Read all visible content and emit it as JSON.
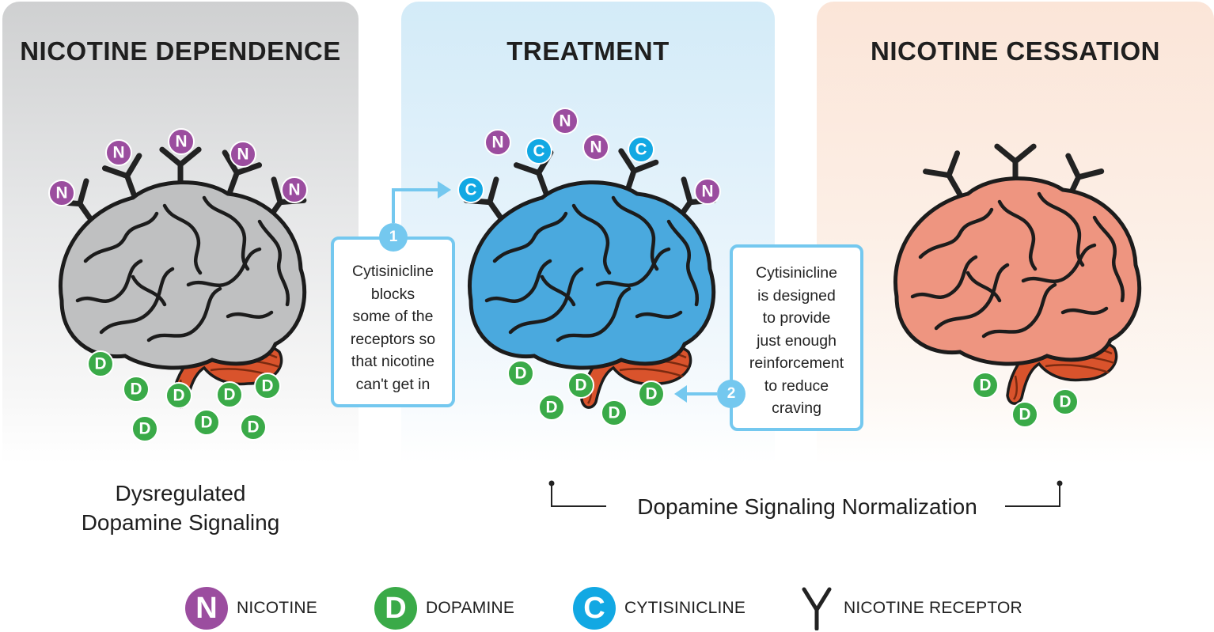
{
  "colors": {
    "nicotine": "#9b4d9f",
    "dopamine": "#3aaa48",
    "cytisinicline": "#12a8e3",
    "receptor": "#222222",
    "callout_border": "#74c8ef",
    "brain_gray": "#bfc0c1",
    "brain_blue": "#4aa9de",
    "brain_pink": "#ee9580",
    "cerebellum": "#d9532c"
  },
  "panels": [
    {
      "title": "NICOTINE DEPENDENCE",
      "brain": "gray",
      "receptor_count": 5,
      "bound_molecules": [
        "N",
        "N",
        "N",
        "N",
        "N"
      ],
      "dopamine_count": 8
    },
    {
      "title": "TREATMENT",
      "brain": "blue",
      "receptor_count": 4,
      "bound_molecules": [
        "C",
        "C",
        "C",
        "N"
      ],
      "free_molecules": [
        "N",
        "N",
        "N"
      ],
      "dopamine_count": 5
    },
    {
      "title": "NICOTINE CESSATION",
      "brain": "pink",
      "receptor_count": 3,
      "bound_molecules": [],
      "dopamine_count": 3
    }
  ],
  "callouts": [
    {
      "step": "1",
      "lines": [
        "Cytisinicline",
        "blocks",
        "some of the",
        "receptors so",
        "that nicotine",
        "can't get in"
      ]
    },
    {
      "step": "2",
      "lines": [
        "Cytisinicline",
        "is designed",
        "to provide",
        "just enough",
        "reinforcement",
        "to reduce",
        "craving"
      ]
    }
  ],
  "captions": {
    "left": [
      "Dysregulated",
      "Dopamine Signaling"
    ],
    "right": "Dopamine Signaling Normalization"
  },
  "molecule_letters": {
    "nicotine": "N",
    "dopamine": "D",
    "cytisinicline": "C"
  },
  "legend": [
    {
      "symbol": "N",
      "label": "NICOTINE",
      "kind": "nicotine"
    },
    {
      "symbol": "D",
      "label": "DOPAMINE",
      "kind": "dopamine"
    },
    {
      "symbol": "C",
      "label": "CYTISINICLINE",
      "kind": "cytisinicline"
    },
    {
      "symbol": "Y",
      "label": "NICOTINE RECEPTOR",
      "kind": "receptor"
    }
  ]
}
